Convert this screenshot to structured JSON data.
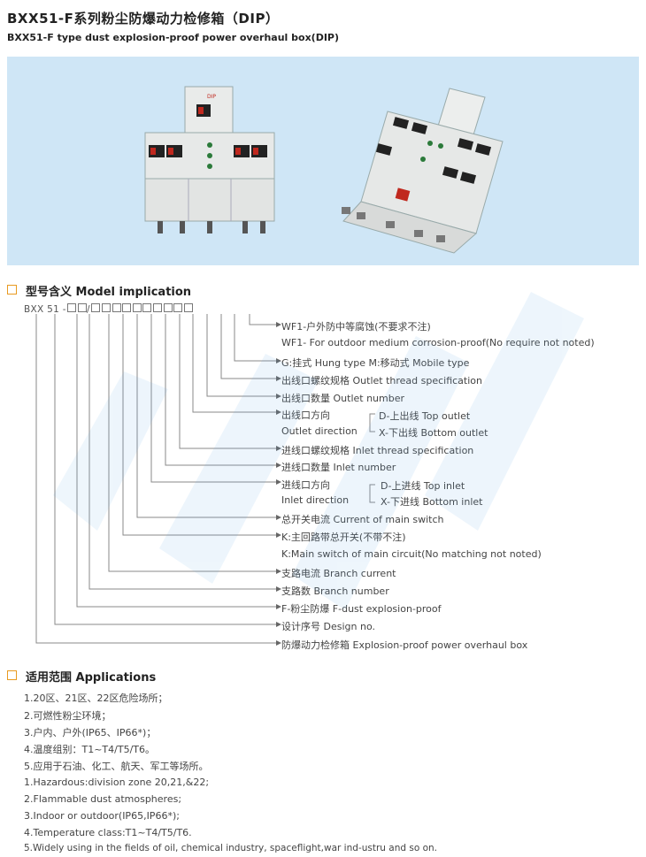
{
  "header": {
    "title_cn": "BXX51-F系列粉尘防爆动力检修箱（DIP）",
    "title_en": "BXX51-F type dust explosion-proof power overhaul box(DIP)"
  },
  "product_photo": {
    "panel_label": "DIP"
  },
  "model_section": {
    "heading": "型号含义 Model implication",
    "code_prefix": "BXX 51 -",
    "code_sep": "/",
    "labels": {
      "l1": "WF1-户外防中等腐蚀(不要求不注)",
      "l2": "WF1- For outdoor medium corrosion-proof(No require not noted)",
      "l3": "G:挂式 Hung type  M:移动式 Mobile type",
      "l4": "出线口螺纹规格 Outlet thread specification",
      "l5": "出线口数量 Outlet number",
      "l6": "出线口方向",
      "l7": "Outlet direction",
      "l6b": "D-上出线 Top outlet",
      "l7b": "X-下出线 Bottom outlet",
      "l8": "进线口螺纹规格 Inlet thread specification",
      "l9": "进线口数量 Inlet number",
      "l10": "进线口方向",
      "l11": "Inlet direction",
      "l10b": "D-上进线 Top inlet",
      "l11b": "X-下进线 Bottom inlet",
      "l12": "总开关电流 Current of main switch",
      "l13": "K:主回路带总开关(不带不注)",
      "l14": "K:Main switch of main circuit(No matching not noted)",
      "l15": "支路电流 Branch current",
      "l16": "支路数 Branch number",
      "l17": "F-粉尘防爆 F-dust explosion-proof",
      "l18": "设计序号 Design no.",
      "l19": "防爆动力检修箱 Explosion-proof power overhaul box"
    }
  },
  "applications": {
    "heading": "适用范围 Applications",
    "items": [
      "1.20区、21区、22区危险场所；",
      "2.可燃性粉尘环境；",
      "3.户内、户外(IP65、IP66*)；",
      "4.温度组别：T1~T4/T5/T6。",
      "5.应用于石油、化工、航天、军工等场所。",
      "1.Hazardous:division zone 20,21,&22;",
      "2.Flammable dust atmospheres;",
      "3.Indoor or outdoor(IP65,IP66*);",
      "4.Temperature class:T1~T4/T5/T6.",
      "5.Widely using in the fields of oil, chemical industry, spaceflight,war ind-ustru and so on."
    ]
  },
  "colors": {
    "banner_bg": "#cfe6f6",
    "bullet_border": "#e89a20",
    "switch_red": "#c0281e",
    "watermark_blue": "#5aa6e6"
  }
}
